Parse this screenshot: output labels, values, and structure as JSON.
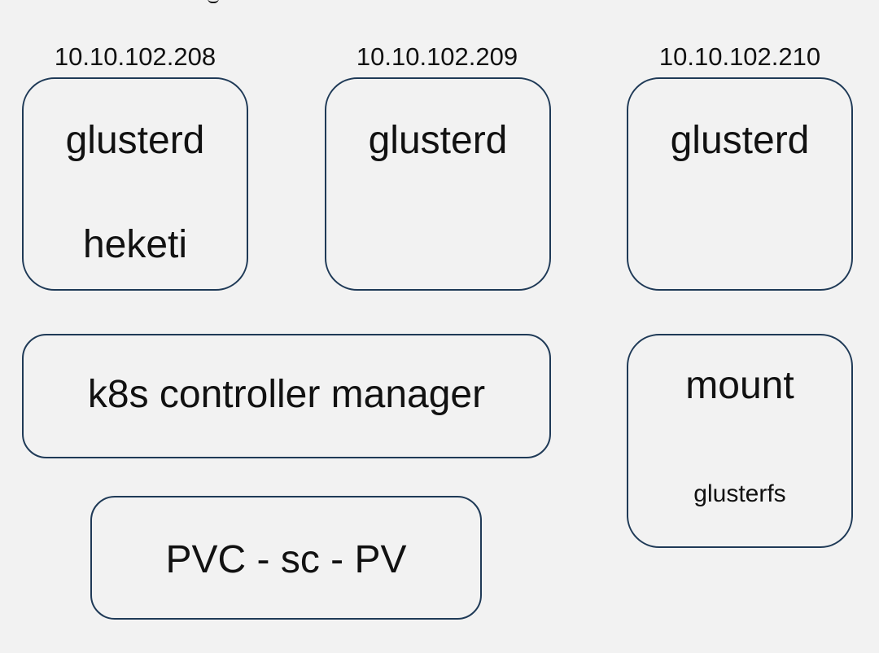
{
  "nodes": [
    {
      "ip": "10.10.102.208",
      "service": "glusterd",
      "extra": "heketi"
    },
    {
      "ip": "10.10.102.209",
      "service": "glusterd"
    },
    {
      "ip": "10.10.102.210",
      "service": "glusterd"
    }
  ],
  "controller_manager": {
    "label": "k8s controller manager"
  },
  "mount_box": {
    "title": "mount",
    "subtitle": "glusterfs"
  },
  "pvc_box": {
    "label": "PVC - sc - PV"
  },
  "colors": {
    "background": "#f2f2f2",
    "box_border": "#1f3a57",
    "text": "#111111"
  }
}
